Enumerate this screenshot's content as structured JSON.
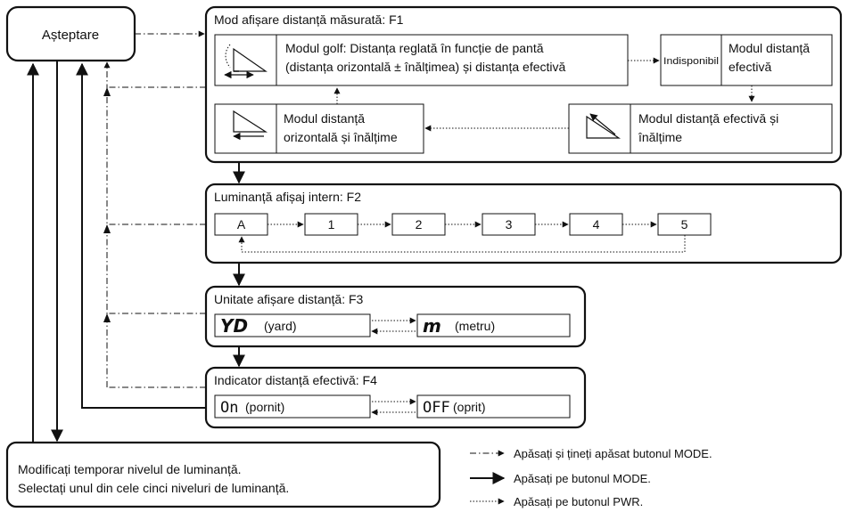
{
  "standby": {
    "label": "Așteptare"
  },
  "f1": {
    "title": "Mod afișare distanță măsurată: F1",
    "golf_line1": "Modul golf: Distanța reglată în funcție de pantă",
    "golf_line2": "(distanța orizontală ± înălțimea) și distanța efectivă",
    "unavailable": "Indisponibil",
    "actual_line1": "Modul distanță",
    "actual_line2": "efectivă",
    "actual_height_line1": "Modul distanță efectivă și",
    "actual_height_line2": "înălțime",
    "horizontal_line1": "Modul distanță",
    "horizontal_line2": "orizontală și înălțime"
  },
  "f2": {
    "title": "Luminanță afișaj intern: F2",
    "levels": [
      "A",
      "1",
      "2",
      "3",
      "4",
      "5"
    ]
  },
  "f3": {
    "title": "Unitate afișare distanță: F3",
    "yard_symbol": "YD",
    "yard_label": "(yard)",
    "meter_symbol": "m",
    "meter_label": "(metru)"
  },
  "f4": {
    "title": "Indicator distanță efectivă: F4",
    "on_symbol": "On",
    "on_label": "(pornit)",
    "off_symbol": "OFF",
    "off_label": "(oprit)"
  },
  "note": {
    "line1": "Modificați temporar nivelul de luminanță.",
    "line2": "Selectați unul din cele cinci niveluri de luminanță."
  },
  "legend": {
    "press_hold": "Apăsați și țineți apăsat butonul MODE.",
    "press_mode": "Apăsați pe butonul MODE.",
    "press_pwr": "Apăsați pe butonul PWR."
  }
}
